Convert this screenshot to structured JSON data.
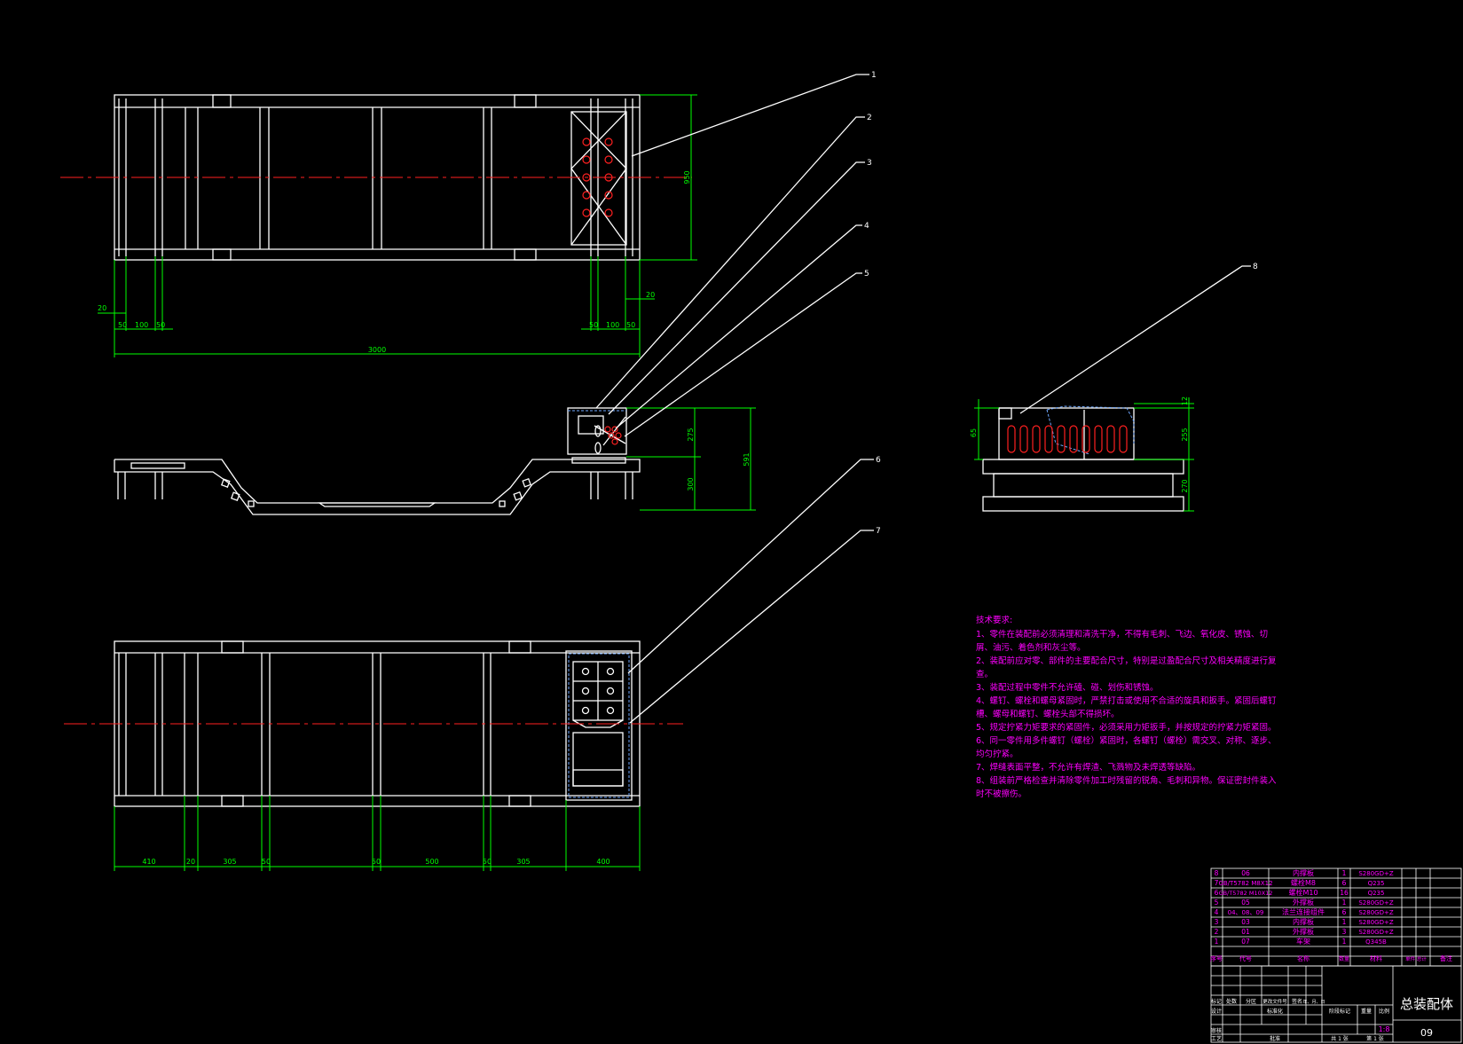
{
  "colors": {
    "background": "#000000",
    "outline": "#ffffff",
    "dimension": "#00ff00",
    "centerline": "#ff2020",
    "notes": "#ff00ff",
    "hidden": "#6fa8ff"
  },
  "balloons": [
    "1",
    "2",
    "3",
    "4",
    "5",
    "6",
    "7",
    "8"
  ],
  "dimensions": {
    "top_view": {
      "height": "950",
      "offset_left": "20",
      "offset_right": "20",
      "left_chain": [
        "50",
        "100",
        "50"
      ],
      "right_chain": [
        "50",
        "100",
        "50"
      ],
      "overall": "3000"
    },
    "front_view": {
      "upper": "275",
      "lower": "300",
      "overall": "591"
    },
    "bottom_view": {
      "chain": [
        "410",
        "20",
        "305",
        "50",
        "50",
        "500",
        "50",
        "305",
        "400"
      ]
    },
    "side_view": {
      "top": "12",
      "upper": "255",
      "lower": "270",
      "left": "65"
    }
  },
  "notes": {
    "title": "技术要求:",
    "lines": [
      "1、零件在装配前必须清理和清洗干净，不得有毛刺、飞边、氧化皮、锈蚀、切",
      "屑、油污、着色剂和灰尘等。",
      "2、装配前应对零、部件的主要配合尺寸，特别是过盈配合尺寸及相关精度进行复",
      "查。",
      "3、装配过程中零件不允许磕、碰、划伤和锈蚀。",
      "4、螺钉、螺栓和螺母紧固时，严禁打击或使用不合适的旋具和扳手。紧固后螺钉",
      "槽、螺母和螺钉、螺栓头部不得损坏。",
      "5、规定拧紧力矩要求的紧固件，必须采用力矩扳手，并按规定的拧紧力矩紧固。",
      "6、同一零件用多件螺钉（螺栓）紧固时，各螺钉（螺栓）需交叉、对称、逐步、",
      "均匀拧紧。",
      "7、焊缝表面平整，不允许有焊渣、飞溅物及未焊透等缺陷。",
      "8、组装前严格检查并清除零件加工时残留的锐角、毛刺和异物。保证密封件装入",
      "时不被擦伤。"
    ]
  },
  "bom": {
    "rows": [
      {
        "no": "8",
        "code": "06",
        "name": "内撑板",
        "qty": "1",
        "material": "S280GD+Z"
      },
      {
        "no": "7",
        "code": "GB/T5782 M8X12",
        "name": "螺栓M8",
        "qty": "6",
        "material": "Q235"
      },
      {
        "no": "6",
        "code": "GB/T5782 M10X12",
        "name": "螺栓M10",
        "qty": "16",
        "material": "Q235"
      },
      {
        "no": "5",
        "code": "05",
        "name": "外撑板",
        "qty": "1",
        "material": "S280GD+Z"
      },
      {
        "no": "4",
        "code": "04、08、09",
        "name": "法兰连接组件",
        "qty": "6",
        "material": "S280GD+Z"
      },
      {
        "no": "3",
        "code": "03",
        "name": "内撑板",
        "qty": "1",
        "material": "S280GD+Z"
      },
      {
        "no": "2",
        "code": "01",
        "name": "外撑板",
        "qty": "3",
        "material": "S280GD+Z"
      },
      {
        "no": "1",
        "code": "07",
        "name": "车架",
        "qty": "1",
        "material": "Q345B"
      }
    ],
    "header": {
      "no": "序号",
      "code": "代号",
      "name": "名称",
      "qty": "数量",
      "material": "材料",
      "weight": "单件 总计",
      "remarks": "备注"
    }
  },
  "title_block": {
    "drawing_name": "总装配体",
    "drawing_number": "09",
    "scale": "1:8",
    "labels": {
      "mark": "标记",
      "count": "处数",
      "zone": "分区",
      "change_doc": "更改文件号",
      "sign": "签名",
      "date": "年、月、日",
      "design": "设计",
      "standardize": "标准化",
      "stage_mark": "阶段标记",
      "weight": "重量",
      "scale": "比例",
      "review": "审核",
      "process": "工艺",
      "approve": "批准",
      "total_sheets": "共 1 张",
      "sheet": "第 1 张"
    }
  }
}
